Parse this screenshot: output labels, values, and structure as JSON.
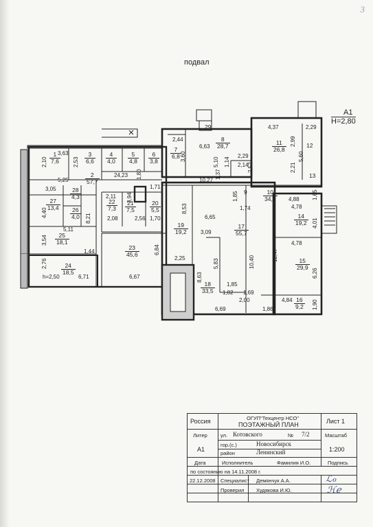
{
  "page_number": "3",
  "plan_title": "подвал",
  "liter_mark": {
    "liter": "А1",
    "height": "Н=2,80"
  },
  "rooms": [
    {
      "id": "r1",
      "num": "1",
      "area": "7,6"
    },
    {
      "id": "r2",
      "num": "2",
      "area": "57,7"
    },
    {
      "id": "r3",
      "num": "3",
      "area": "6,6"
    },
    {
      "id": "r4",
      "num": "4",
      "area": "4,0"
    },
    {
      "id": "r5",
      "num": "5",
      "area": "4,8"
    },
    {
      "id": "r6",
      "num": "6",
      "area": "3,8"
    },
    {
      "id": "r7",
      "num": "7",
      "area": "6,8"
    },
    {
      "id": "r8",
      "num": "8",
      "area": "28,7"
    },
    {
      "id": "r9",
      "num": "9",
      "area": ""
    },
    {
      "id": "r10",
      "num": "10",
      "area": "34,3"
    },
    {
      "id": "r11",
      "num": "11",
      "area": "26,8"
    },
    {
      "id": "r12",
      "num": "12",
      "area": ""
    },
    {
      "id": "r13",
      "num": "13",
      "area": ""
    },
    {
      "id": "r14",
      "num": "14",
      "area": "19,2"
    },
    {
      "id": "r15",
      "num": "15",
      "area": "29,9"
    },
    {
      "id": "r16",
      "num": "16",
      "area": "9,2"
    },
    {
      "id": "r17",
      "num": "17",
      "area": "55,7"
    },
    {
      "id": "r18",
      "num": "18",
      "area": "33,5"
    },
    {
      "id": "r19",
      "num": "19",
      "area": "19,2"
    },
    {
      "id": "r20",
      "num": "20",
      "area": "5,5"
    },
    {
      "id": "r21",
      "num": "21",
      "area": "7,5"
    },
    {
      "id": "r22",
      "num": "22",
      "area": "7,3"
    },
    {
      "id": "r23",
      "num": "23",
      "area": "45,6"
    },
    {
      "id": "r24",
      "num": "24",
      "area": "18,5"
    },
    {
      "id": "r25",
      "num": "25",
      "area": "18,1"
    },
    {
      "id": "r26",
      "num": "26",
      "area": "4,0"
    },
    {
      "id": "r27",
      "num": "27",
      "area": "13,4"
    },
    {
      "id": "r28",
      "num": "28",
      "area": "4,3"
    },
    {
      "id": "r29",
      "num": "29",
      "area": ""
    }
  ],
  "dimensions": [
    "2,10",
    "3,63",
    "2,53",
    "24,23",
    "1,80",
    "2,44",
    "3,60",
    "6,63",
    "5,10",
    "1,37",
    "1,14",
    "2,29",
    "2,14",
    "2,52",
    "4,37",
    "2,29",
    "2,99",
    "5,60",
    "2,21",
    "3,05",
    "5,25",
    "4,40",
    "8,21",
    "2,11",
    "3,94",
    "1,71",
    "2,08",
    "2,56",
    "1,70",
    "10,27",
    "8,53",
    "1,85",
    "1,74",
    "1,65",
    "4,88",
    "4,78",
    "4,01",
    "6,65",
    "3,09",
    "5,83",
    "12,47",
    "10,40",
    "6,84",
    "5,11",
    "3,54",
    "1,44",
    "2,76",
    "h=2,50",
    "6,71",
    "6,67",
    "2,25",
    "8,63",
    "1,85",
    "1,82",
    "1,69",
    "2,00",
    "6,69",
    "1,86",
    "4,84",
    "1,90",
    "4,78",
    "6,26"
  ],
  "stamp": {
    "country": "Россия",
    "org": "ОГУП\"Техцентр НСО\"",
    "doc_title": "ПОЭТАЖНЫЙ ПЛАН",
    "sheet_label": "Лист 1",
    "liter_label": "Литер",
    "liter_value": "А1",
    "street_label": "ул.",
    "street_value": "Котовского",
    "no_label": "№",
    "no_value": "7/2",
    "city_label": "гор.(с.)",
    "city_value": "Новосибирск",
    "district_label": "район",
    "district_value": "Ленинский",
    "scale_label": "Масштаб",
    "scale_value": "1:200",
    "date_label": "Дата",
    "executor_label": "Исполнитель",
    "name_label": "Фамилия И.О.",
    "signature_label": "Подпись",
    "state_line": "по состоянию на 14.11.2008 г.",
    "date_value": "22.12.2008",
    "specialist_label": "Специалист",
    "specialist_name": "Демянчук А.А.",
    "checked_label": "Проверил",
    "checked_name": "Худякова И.Ю."
  }
}
